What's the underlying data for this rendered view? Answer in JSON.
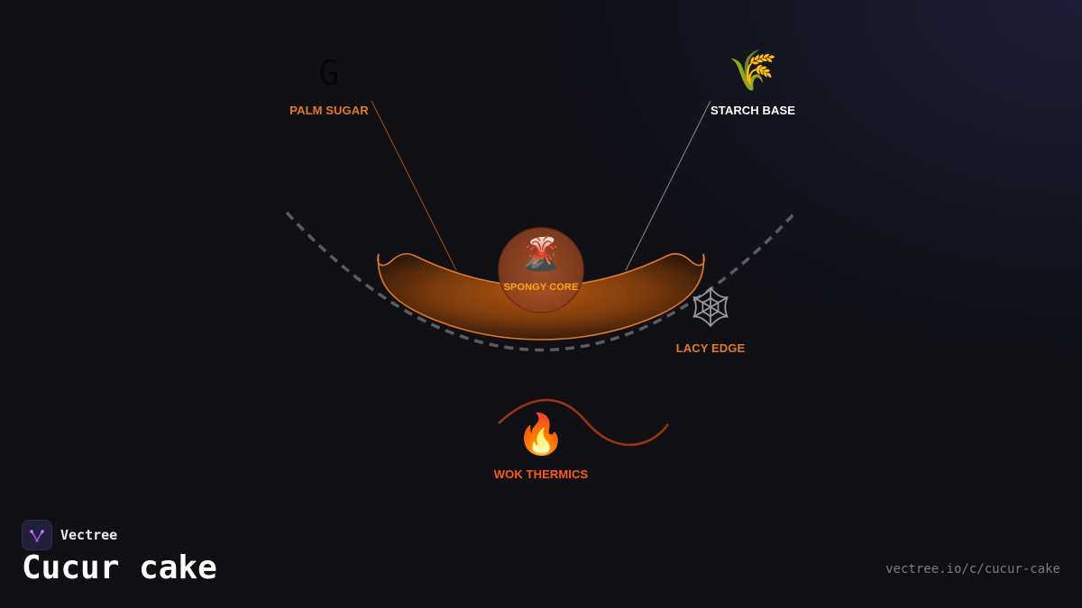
{
  "brand": {
    "name": "Vectree",
    "logo_icon": "vectree-logo-icon"
  },
  "page": {
    "title": "Cucur cake",
    "url": "vectree.io/c/cucur-cake"
  },
  "diagram": {
    "nodes": {
      "palm_sugar": {
        "label": "PALM SUGAR",
        "glyph": "G",
        "icon": "letter-g-icon",
        "color": "#e07a2e"
      },
      "starch_base": {
        "label": "STARCH BASE",
        "glyph": "🌾",
        "icon": "rice-sheaf-icon",
        "color": "#ffffff"
      },
      "spongy_core": {
        "label": "SPONGY CORE",
        "glyph": "🌋",
        "icon": "volcano-icon",
        "color": "#f7a21b"
      },
      "lacy_edge": {
        "label": "LACY EDGE",
        "glyph": "🕸",
        "icon": "spider-web-icon",
        "color": "#e07a2e"
      },
      "wok_thermics": {
        "label": "WOK THERMICS",
        "glyph": "🔥",
        "icon": "fire-icon",
        "color": "#ff5a1f"
      }
    },
    "colors": {
      "background": "#0f0f14",
      "cake_fill": "#a9500f",
      "cake_stroke": "#e0782a",
      "heat_wave": "#9c3412",
      "dashed_arc": "#5a5a62"
    }
  }
}
